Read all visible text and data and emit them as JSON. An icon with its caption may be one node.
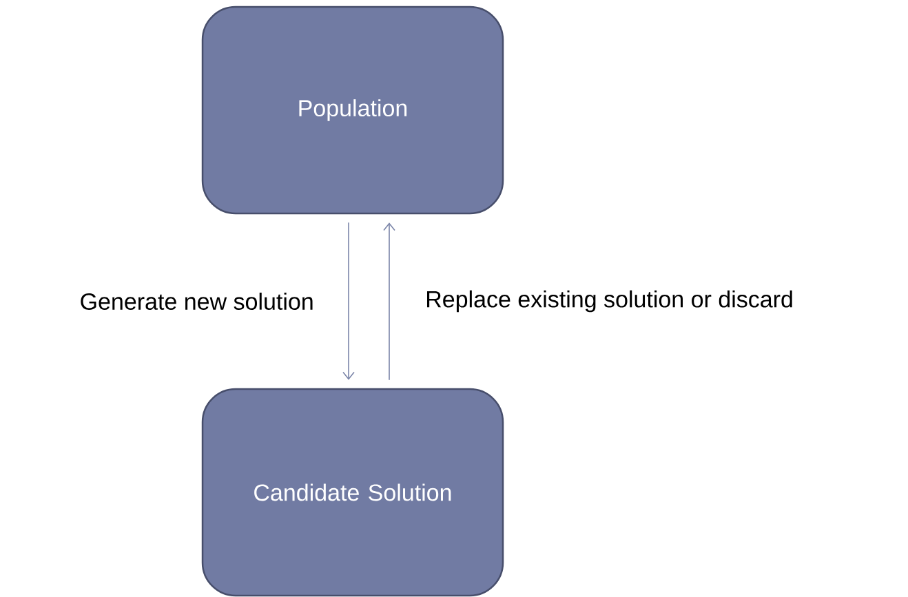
{
  "diagram": {
    "nodes": [
      {
        "text": [
          "Population"
        ]
      },
      {
        "text": [
          "Candidate Solution"
        ]
      }
    ],
    "edges": [
      {
        "from": 0,
        "to": 1,
        "arrow": "to",
        "label": "Generate new solution"
      },
      {
        "from": 1,
        "to": 0,
        "arrow": "to",
        "label": "Replace existing solution or discard"
      }
    ]
  }
}
